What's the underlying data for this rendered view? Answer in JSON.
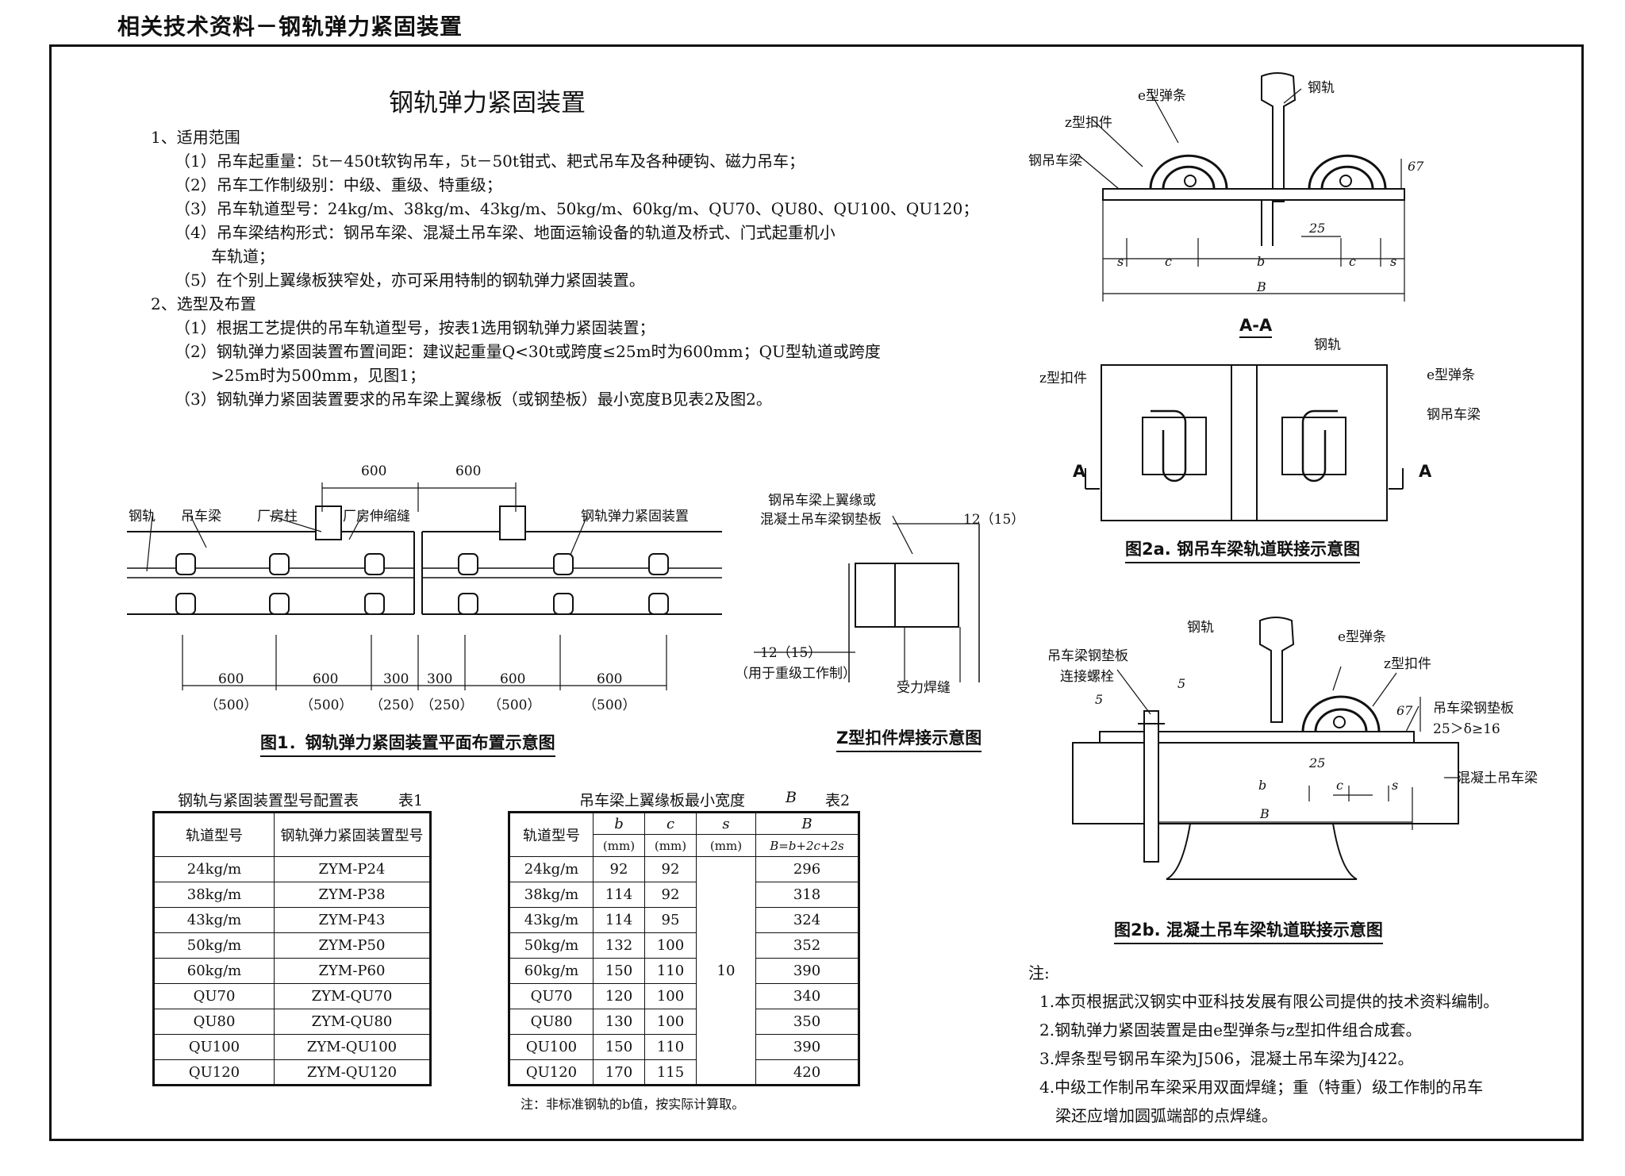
{
  "header": "相关技术资料－钢轨弹力紧固装置",
  "title": "钢轨弹力紧固装置",
  "sections": [
    {
      "heading": "1、适用范围",
      "items": [
        "（1）吊车起重量：5t－450t软钩吊车，5t－50t钳式、耙式吊车及各种硬钩、磁力吊车；",
        "（2）吊车工作制级别：中级、重级、特重级；",
        "（3）吊车轨道型号：24kg/m、38kg/m、43kg/m、50kg/m、60kg/m、QU70、QU80、QU100、QU120；",
        "（4）吊车梁结构形式：钢吊车梁、混凝土吊车梁、地面运输设备的轨道及桥式、门式起重机小",
        "车轨道；",
        "（5）在个别上翼缘板狭窄处，亦可采用特制的钢轨弹力紧固装置。"
      ]
    },
    {
      "heading": "2、选型及布置",
      "items": [
        "（1）根据工艺提供的吊车轨道型号，按表1选用钢轨弹力紧固装置；",
        "（2）钢轨弹力紧固装置布置间距：建议起重量Q<30t或跨度≤25m时为600mm；QU型轨道或跨度",
        ">25m时为500mm，见图1；",
        "（3）钢轨弹力紧固装置要求的吊车梁上翼缘板（或钢垫板）最小宽度B见表2及图2。"
      ]
    }
  ],
  "fig1": {
    "caption": "图1．钢轨弹力紧固装置平面布置示意图",
    "labels": {
      "rail": "钢轨",
      "beam": "吊车梁",
      "column": "厂房柱",
      "joint": "厂房伸缩缝",
      "device": "钢轨弹力紧固装置"
    },
    "top_dims": [
      "600",
      "600"
    ],
    "bottom_dims": [
      "600",
      "600",
      "300",
      "300",
      "600",
      "600"
    ],
    "bottom_dims_alt": [
      "（500）",
      "（500）",
      "（250）",
      "（250）",
      "（500）",
      "（500）"
    ]
  },
  "figz": {
    "caption": "Z型扣件焊接示意图",
    "labels": {
      "plate": "钢吊车梁上翼缘或",
      "plate2": "混凝土吊车梁钢垫板",
      "weld_top": "12（15）",
      "weld_left": "12（15）",
      "heavy": "（用于重级工作制）",
      "force": "受力焊缝"
    }
  },
  "table1": {
    "caption": "钢轨与紧固装置型号配置表",
    "tag": "表1",
    "headers": [
      "轨道型号",
      "钢轨弹力紧固装置型号"
    ],
    "rows": [
      [
        "24kg/m",
        "ZYM-P24"
      ],
      [
        "38kg/m",
        "ZYM-P38"
      ],
      [
        "43kg/m",
        "ZYM-P43"
      ],
      [
        "50kg/m",
        "ZYM-P50"
      ],
      [
        "60kg/m",
        "ZYM-P60"
      ],
      [
        "QU70",
        "ZYM-QU70"
      ],
      [
        "QU80",
        "ZYM-QU80"
      ],
      [
        "QU100",
        "ZYM-QU100"
      ],
      [
        "QU120",
        "ZYM-QU120"
      ]
    ]
  },
  "table2": {
    "caption": "吊车梁上翼缘板最小宽度",
    "tag": "表2",
    "headers": {
      "type": "轨道型号",
      "b": "b",
      "b_unit": "(mm)",
      "c": "c",
      "c_unit": "(mm)",
      "s": "s",
      "s_unit": "(mm)",
      "B": "B",
      "B_formula": "B=b+2c+2s"
    },
    "s_value": "10",
    "rows": [
      [
        "24kg/m",
        "92",
        "92",
        "296"
      ],
      [
        "38kg/m",
        "114",
        "92",
        "318"
      ],
      [
        "43kg/m",
        "114",
        "95",
        "324"
      ],
      [
        "50kg/m",
        "132",
        "100",
        "352"
      ],
      [
        "60kg/m",
        "150",
        "110",
        "390"
      ],
      [
        "QU70",
        "120",
        "100",
        "340"
      ],
      [
        "QU80",
        "130",
        "100",
        "350"
      ],
      [
        "QU100",
        "150",
        "110",
        "390"
      ],
      [
        "QU120",
        "170",
        "115",
        "420"
      ]
    ],
    "footnote": "注：非标准钢轨的b值，按实际计算取。"
  },
  "fig2a": {
    "caption": "图2a. 钢吊车梁轨道联接示意图",
    "section": "A-A",
    "labels": {
      "rail": "钢轨",
      "spring": "e型弹条",
      "clip": "z型扣件",
      "beam": "钢吊车梁",
      "h67": "67",
      "d25": "25",
      "s": "s",
      "c": "c",
      "b": "b",
      "B": "B",
      "A": "A"
    }
  },
  "fig2b": {
    "caption": "图2b. 混凝土吊车梁轨道联接示意图",
    "labels": {
      "rail": "钢轨",
      "spring": "e型弹条",
      "clip": "z型扣件",
      "plate_bolt": "吊车梁钢垫板",
      "bolt": "连接螺栓",
      "plate": "吊车梁钢垫板",
      "delta": "25＞δ≥16",
      "concrete": "混凝土吊车梁",
      "w5a": "5",
      "w5b": "5",
      "h67": "67",
      "d25": "25",
      "b": "b",
      "c": "c",
      "s": "s",
      "B": "B"
    }
  },
  "notes": {
    "heading": "注:",
    "items": [
      "1.本页根据武汉钢实中亚科技发展有限公司提供的技术资料编制。",
      "2.钢轨弹力紧固装置是由e型弹条与z型扣件组合成套。",
      "3.焊条型号钢吊车梁为J506，混凝土吊车梁为J422。",
      "4.中级工作制吊车梁采用双面焊缝；重（特重）级工作制的吊车",
      "梁还应增加圆弧端部的点焊缝。"
    ]
  }
}
